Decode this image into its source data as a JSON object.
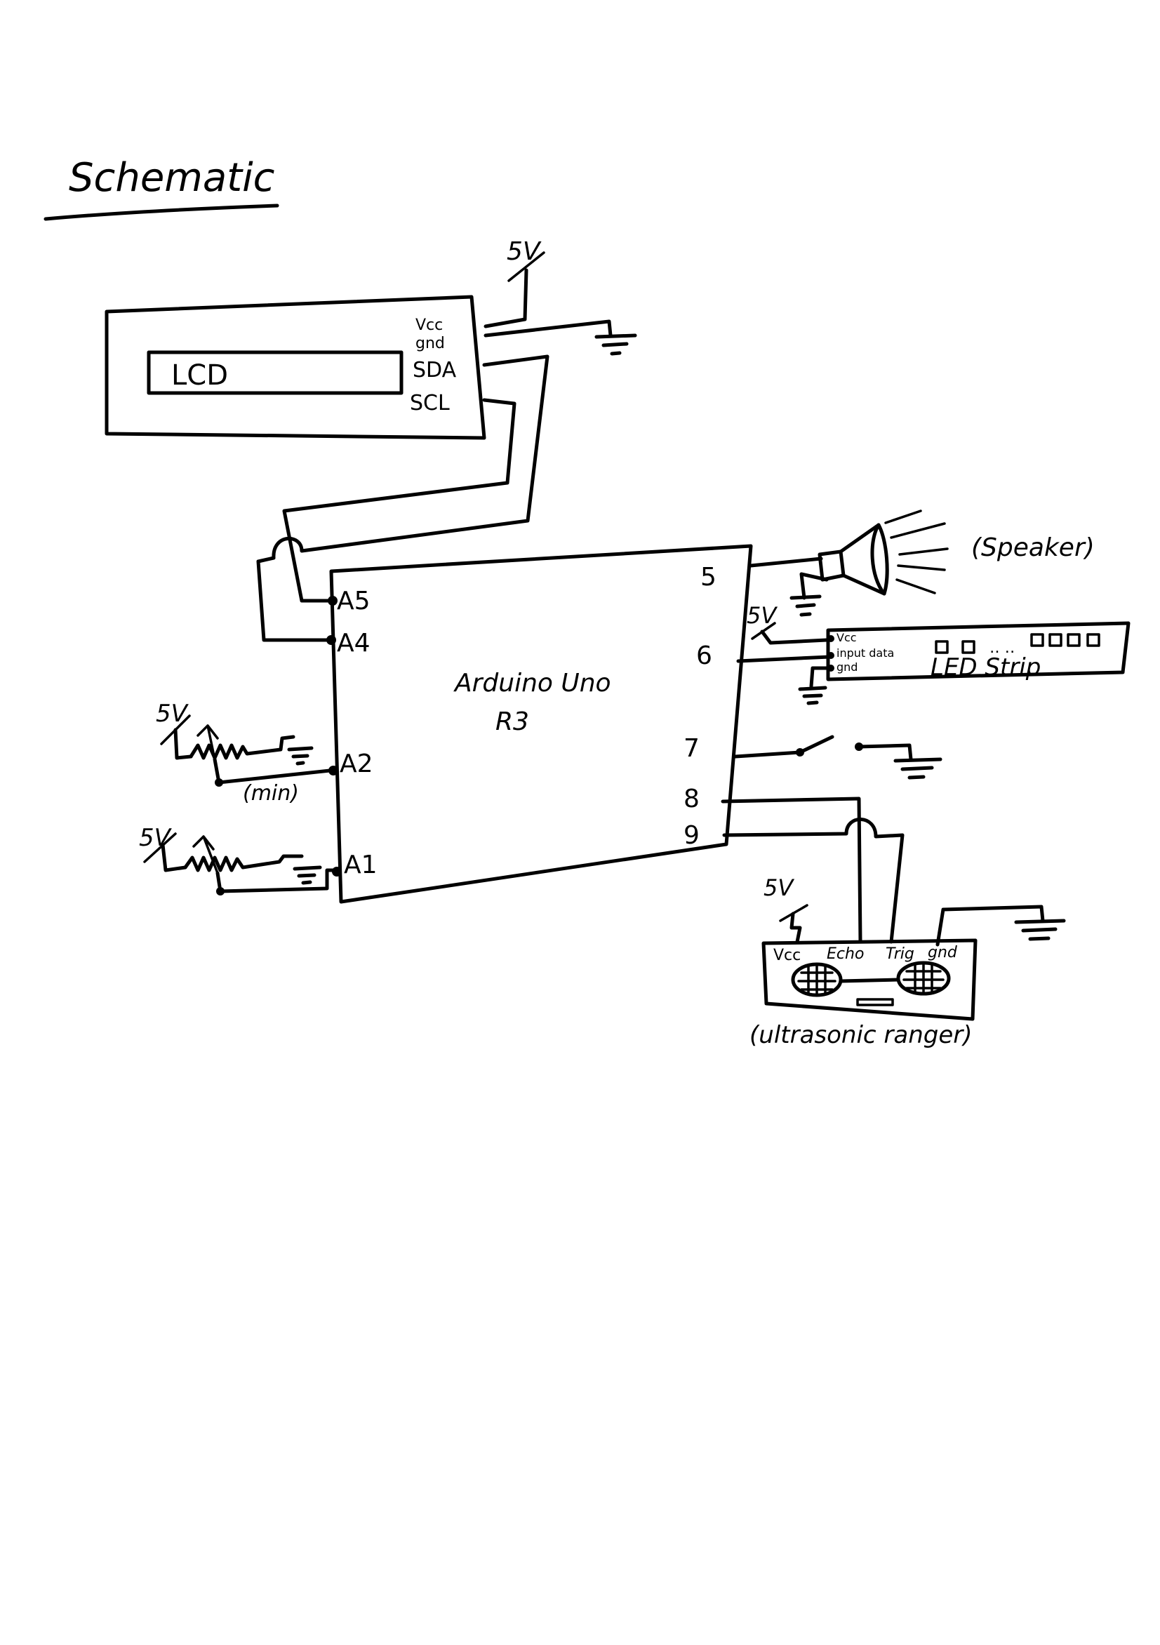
{
  "title": "Schematic",
  "lcd": {
    "name": "LCD",
    "pins": [
      "Vcc",
      "gnd",
      "SDA",
      "SCL"
    ]
  },
  "arduino": {
    "name": "Arduino Uno",
    "revision": "R3",
    "left_pins": [
      "A5",
      "A4",
      "A2",
      "A1"
    ],
    "right_pins": [
      "5",
      "6",
      "7",
      "8",
      "9"
    ]
  },
  "supply_label": "5V",
  "speaker_label": "(Speaker)",
  "led_strip": {
    "name": "LED Strip",
    "pins": [
      "Vcc",
      "input data",
      "gnd"
    ]
  },
  "pot_note": "(min)",
  "ultrasonic": {
    "name": "(ultrasonic ranger)",
    "pins": [
      "Vcc",
      "Echo",
      "Trig",
      "gnd"
    ]
  }
}
